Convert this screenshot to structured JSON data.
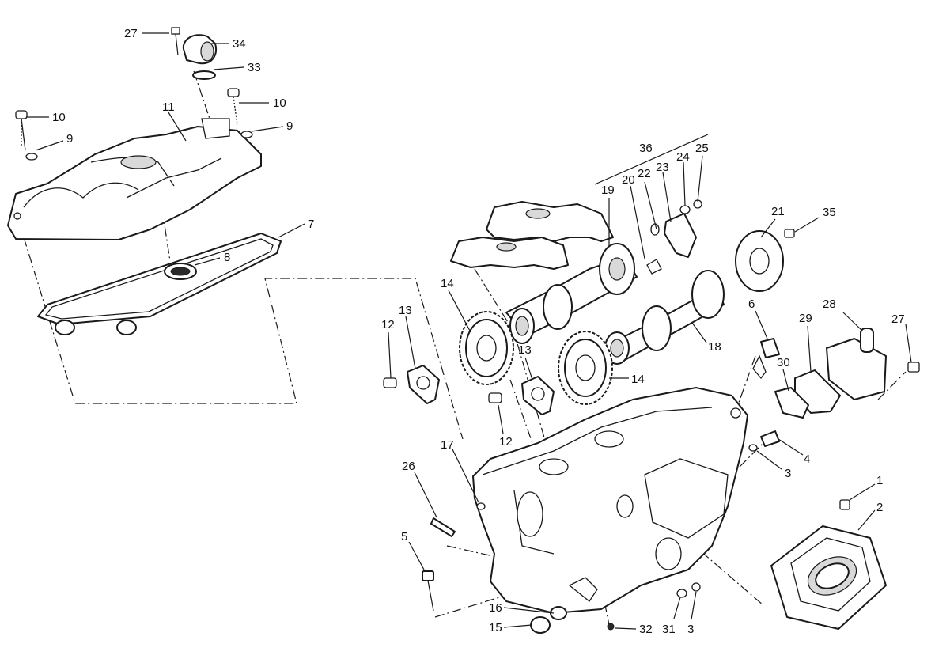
{
  "callouts": {
    "c27a": "27",
    "c34": "34",
    "c33": "33",
    "c10a": "10",
    "c9a": "9",
    "c11": "11",
    "c10b": "10",
    "c9b": "9",
    "c7": "7",
    "c8": "8",
    "c36": "36",
    "c19": "19",
    "c20": "20",
    "c22": "22",
    "c23": "23",
    "c24": "24",
    "c25": "25",
    "c21": "21",
    "c35": "35",
    "c14a": "14",
    "c12a": "12",
    "c13a": "13",
    "c13b": "13",
    "c12b": "12",
    "c14b": "14",
    "c18": "18",
    "c6": "6",
    "c29": "29",
    "c28": "28",
    "c27b": "27",
    "c30": "30",
    "c4": "4",
    "c3a": "3",
    "c26": "26",
    "c17": "17",
    "c5": "5",
    "c1": "1",
    "c2": "2",
    "c16": "16",
    "c15": "15",
    "c32": "32",
    "c31": "31",
    "c3b": "3"
  }
}
